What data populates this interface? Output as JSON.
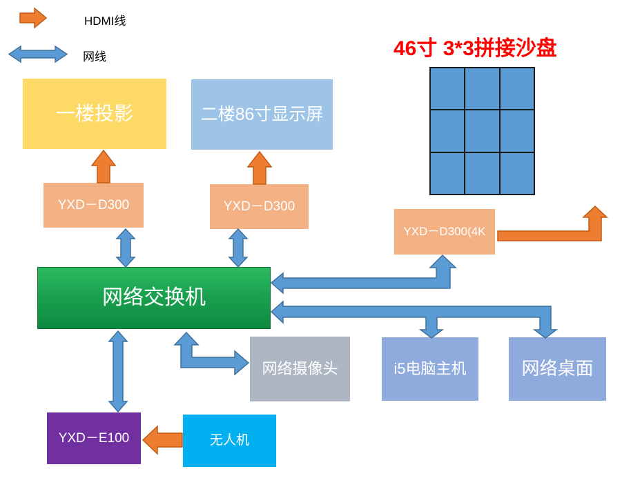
{
  "title": {
    "text": "46寸 3*3拼接沙盘",
    "color": "#FF0000"
  },
  "legend": {
    "items": [
      {
        "label": "HDMI线",
        "type": "hdmi",
        "color": "#ED7D31"
      },
      {
        "label": "网线",
        "type": "network",
        "color": "#5B9BD5"
      }
    ]
  },
  "video_wall": {
    "rows": 3,
    "cols": 3,
    "tile_color": "#5B9BD5"
  },
  "nodes": {
    "projector": {
      "label": "一楼投影",
      "color": "#FFD966"
    },
    "display86": {
      "label": "二楼86寸显示屏",
      "color": "#9DC3E6"
    },
    "d300_left": {
      "label": "YXD－D300",
      "color": "#F4B183"
    },
    "d300_right": {
      "label": "YXD－D300",
      "color": "#F4B183"
    },
    "switch": {
      "label": "网络交换机",
      "color_top": "#2DBA60",
      "color_bottom": "#0E8A41"
    },
    "d300_4k": {
      "label": "YXD－D300(4K",
      "color": "#F4B183"
    },
    "camera": {
      "label": "网络摄像头",
      "color": "#AEB6C4"
    },
    "i5_host": {
      "label": "i5电脑主机",
      "color": "#8FAADC"
    },
    "net_desktop": {
      "label": "网络桌面",
      "color": "#8FAADC"
    },
    "e100": {
      "label": "YXD－E100",
      "color": "#7030A0"
    },
    "drone": {
      "label": "无人机",
      "color": "#00B0F0"
    }
  },
  "edges": [
    {
      "from": "d300_left",
      "to": "projector",
      "type": "HDMI线"
    },
    {
      "from": "d300_right",
      "to": "display86",
      "type": "HDMI线"
    },
    {
      "from": "switch",
      "to": "d300_left",
      "type": "网线",
      "bidirectional": true
    },
    {
      "from": "switch",
      "to": "d300_right",
      "type": "网线",
      "bidirectional": true
    },
    {
      "from": "switch",
      "to": "d300_4k",
      "type": "网线"
    },
    {
      "from": "d300_4k",
      "to": "video_wall",
      "type": "HDMI线"
    },
    {
      "from": "switch",
      "to": "i5_host",
      "type": "网线"
    },
    {
      "from": "switch",
      "to": "net_desktop",
      "type": "网线"
    },
    {
      "from": "switch",
      "to": "camera",
      "type": "网线",
      "bidirectional": true
    },
    {
      "from": "switch",
      "to": "e100",
      "type": "网线",
      "bidirectional": true
    },
    {
      "from": "drone",
      "to": "e100",
      "type": "HDMI线"
    }
  ]
}
